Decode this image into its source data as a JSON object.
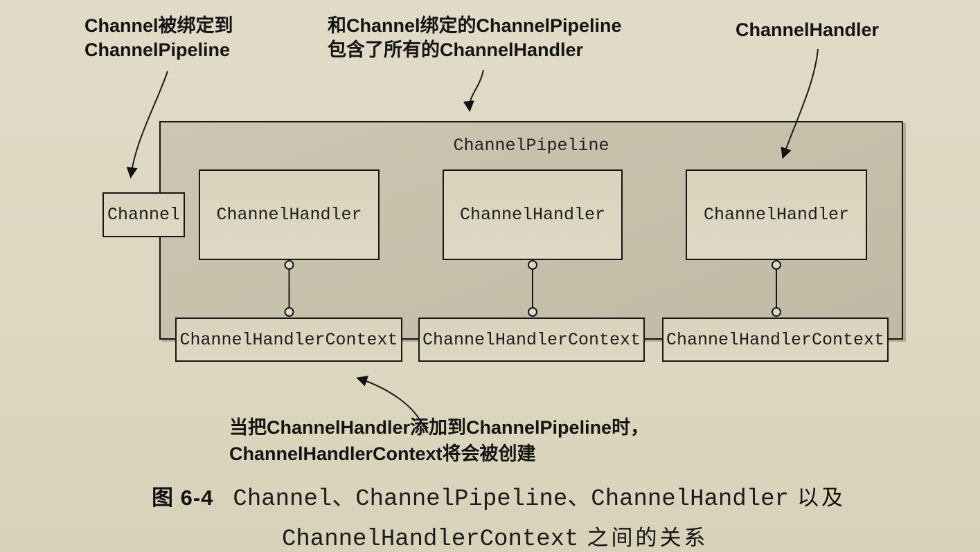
{
  "annotations": {
    "channel_binding": {
      "line1": "Channel被绑定到",
      "line2": "ChannelPipeline"
    },
    "pipeline_contains": {
      "line1": "和Channel绑定的ChannelPipeline",
      "line2": "包含了所有的ChannelHandler"
    },
    "handler_pointer": "ChannelHandler",
    "context_creation": {
      "line1": "当把ChannelHandler添加到ChannelPipeline时，",
      "line2": "ChannelHandlerContext将会被创建"
    }
  },
  "diagram": {
    "pipeline_title": "ChannelPipeline",
    "channel_box": "Channel",
    "handler_boxes": [
      "ChannelHandler",
      "ChannelHandler",
      "ChannelHandler"
    ],
    "context_boxes": [
      "ChannelHandlerContext",
      "ChannelHandlerContext",
      "ChannelHandlerContext"
    ]
  },
  "caption": {
    "figure_label": "图 6-4",
    "line1_code": "Channel、ChannelPipeline、ChannelHandler",
    "line1_suffix": "以及",
    "line2_code": "ChannelHandlerContext",
    "line2_suffix": "之间的关系"
  },
  "colors": {
    "page_background": "#ded8c2",
    "pipeline_fill": "#c6bfaa",
    "box_fill": "#dcd6c1",
    "border": "#161616",
    "text": "#141414"
  }
}
